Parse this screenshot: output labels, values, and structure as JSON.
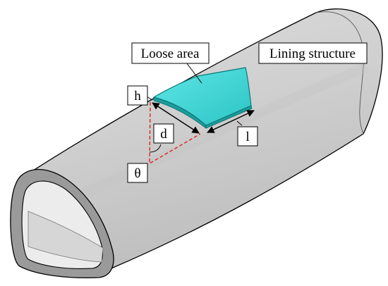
{
  "labels": {
    "loose_area": "Loose area",
    "lining_structure": "Lining structure",
    "h": "h",
    "d": "d",
    "l": "l",
    "theta": "θ"
  },
  "colors": {
    "tube_fill": "#cfcfcf",
    "tube_dark": "#b8b8b8",
    "tube_light": "#e2e2e2",
    "loose_area_fill": "#35d6d6",
    "loose_area_edge": "#0a8f8f",
    "dash_line": "#e02020",
    "outline": "#000000"
  }
}
